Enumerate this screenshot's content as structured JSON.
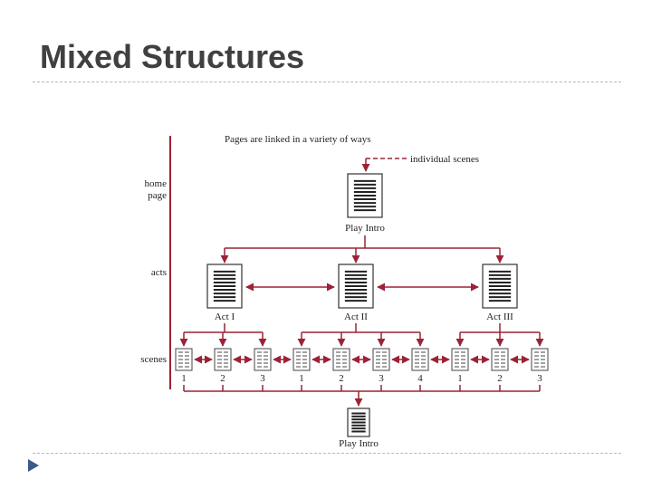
{
  "slide": {
    "title": "Mixed Structures"
  },
  "diagram": {
    "caption": "Pages are linked in a variety of ways",
    "legend_label": "individual scenes",
    "row_labels": {
      "home_line1": "home",
      "home_line2": "page",
      "acts": "acts",
      "scenes": "scenes"
    },
    "pages": {
      "intro": "Play Intro",
      "act1": "Act I",
      "act2": "Act II",
      "act3": "Act III",
      "bottom_intro": "Play Intro"
    },
    "scene_numbers": [
      "1",
      "2",
      "3",
      "1",
      "2",
      "3",
      "4",
      "1",
      "2",
      "3"
    ]
  },
  "colors": {
    "link": "#9b2335",
    "title": "#404040",
    "bullet": "#3a5a8c"
  }
}
